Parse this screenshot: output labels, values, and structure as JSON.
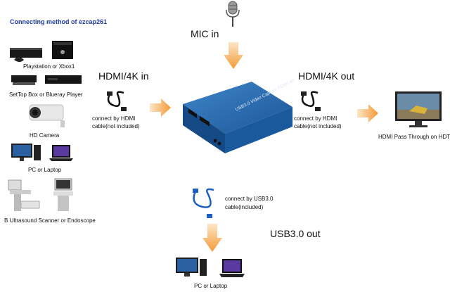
{
  "heading": "Connecting method of ezcap261",
  "sources": [
    {
      "label": "Playstation or Xbox1",
      "icon": "game-console-icon"
    },
    {
      "label": "SetTop Box or Blueray Player",
      "icon": "set-top-box-icon"
    },
    {
      "label": "HD Camera",
      "icon": "hd-camera-icon"
    },
    {
      "label": "PC or Laptop",
      "icon": "pc-laptop-icon"
    },
    {
      "label": "B Ultrasound Scanner or Endoscope",
      "icon": "ultrasound-scanner-icon"
    }
  ],
  "mic": {
    "label": "MIC in",
    "icon": "microphone-icon"
  },
  "hdmi_in": {
    "label": "HDMI/4K in",
    "note_line1": "connect by HDMI",
    "note_line2": "cable(not included)"
  },
  "hdmi_out": {
    "label": "HDMI/4K out",
    "note_line1": "connect by HDMI",
    "note_line2": "cable(not included)"
  },
  "device": {
    "text": "USB3.0 Video Capture HDMI 4K",
    "color": "#1f5fa5"
  },
  "tv": {
    "label": "HDMI Pass Through on HDTV"
  },
  "usb": {
    "note_line1": "connect by USB3.0",
    "note_line2": "cable(included)",
    "label": "USB3.0 out"
  },
  "pc_bottom": {
    "label": "PC or Laptop"
  },
  "colors": {
    "arrow": "#f5a84a",
    "heading": "#1c3aa0"
  }
}
